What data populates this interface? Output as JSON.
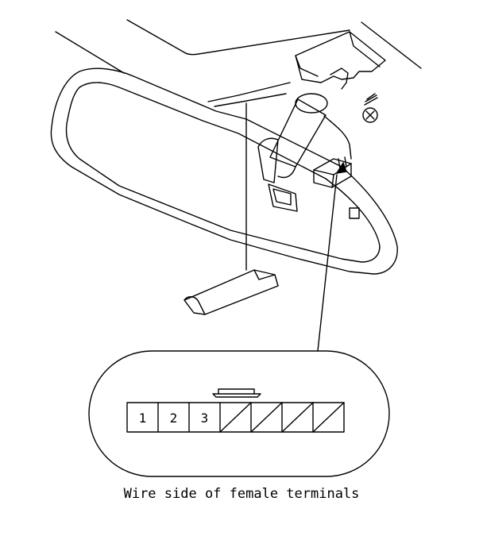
{
  "connector": {
    "terminals": [
      "1",
      "2",
      "3",
      "",
      "",
      "",
      ""
    ],
    "caption": "Wire side of female terminals"
  },
  "icons": {
    "screw": "screw-icon",
    "connector": "connector-icon",
    "mirror": "rearview-mirror-icon"
  }
}
